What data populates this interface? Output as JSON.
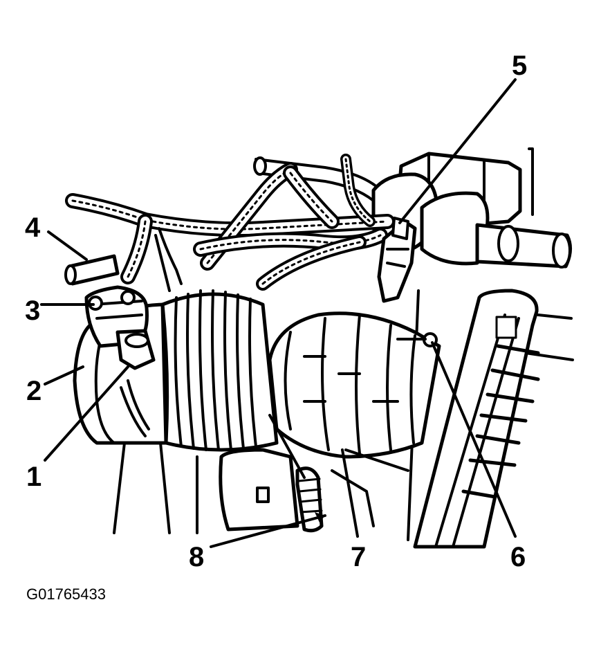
{
  "figure_id": "G01765433",
  "callouts": [
    {
      "label": "1"
    },
    {
      "label": "2"
    },
    {
      "label": "3"
    },
    {
      "label": "4"
    },
    {
      "label": "5"
    },
    {
      "label": "6"
    },
    {
      "label": "7"
    },
    {
      "label": "8"
    }
  ],
  "colors": {
    "ink": "#000000",
    "paper": "#ffffff"
  }
}
